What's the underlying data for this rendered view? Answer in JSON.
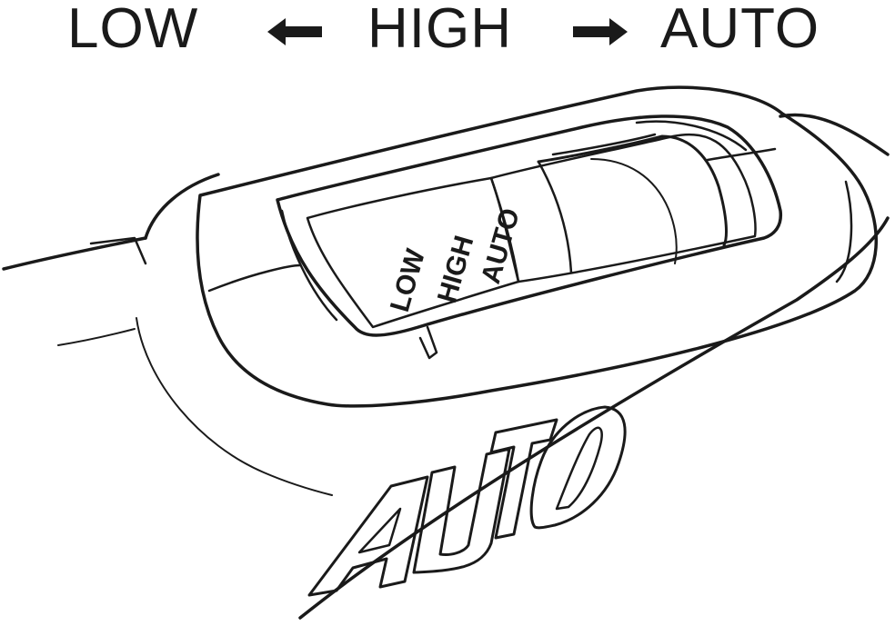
{
  "header": {
    "low_label": "LOW",
    "high_label": "HIGH",
    "auto_label": "AUTO",
    "left_arrow_icon": "arrow-left-icon",
    "right_arrow_icon": "arrow-right-icon"
  },
  "switch_face": {
    "labels": [
      "LOW",
      "HIGH",
      "AUTO"
    ]
  },
  "housing": {
    "logo_text": "AUTO"
  },
  "colors": {
    "ink": "#1a1a1a",
    "background": "#ffffff"
  }
}
